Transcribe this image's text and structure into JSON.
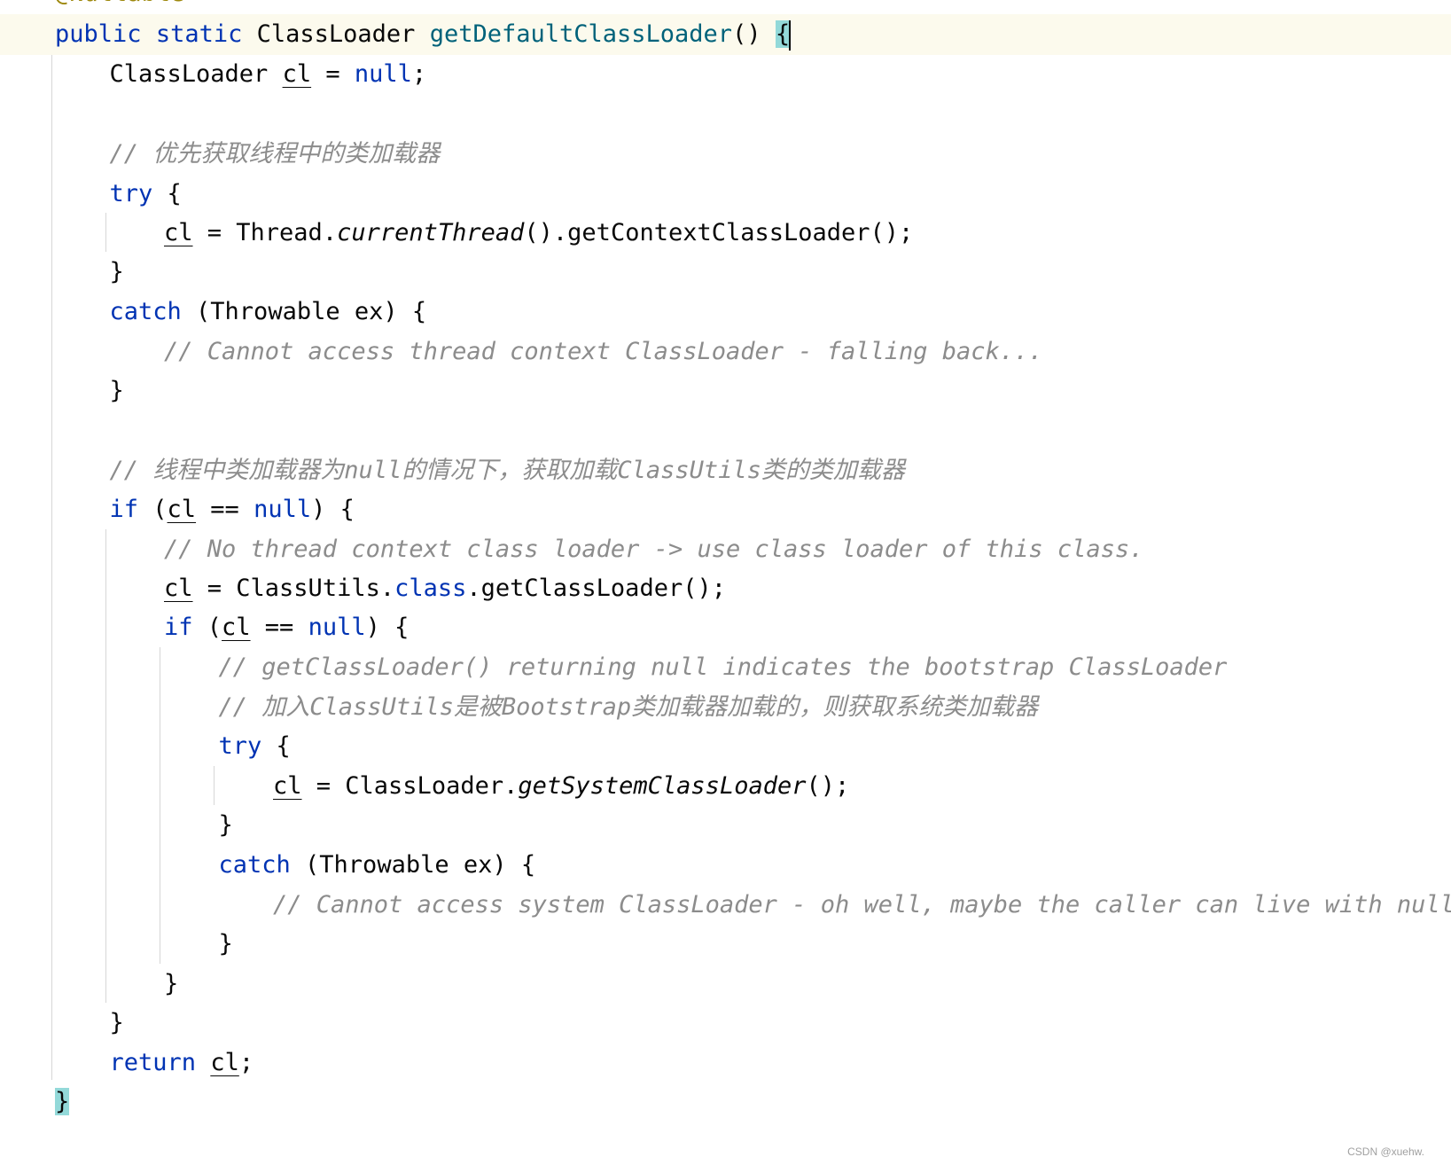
{
  "editor": {
    "annotation": "@Nullable",
    "lines": [
      {
        "id": "l01",
        "tokens": [
          {
            "t": "public",
            "c": "kw"
          },
          {
            "t": " "
          },
          {
            "t": "static",
            "c": "kw"
          },
          {
            "t": " ClassLoader "
          },
          {
            "t": "getDefaultClassLoader",
            "c": "fn"
          },
          {
            "t": "() "
          },
          {
            "t": "{",
            "c": "brace-hl"
          },
          {
            "caret": true
          }
        ]
      },
      {
        "id": "l02",
        "tokens": [
          {
            "t": "ClassLoader "
          },
          {
            "t": "cl",
            "c": "var"
          },
          {
            "t": " = "
          },
          {
            "t": "null",
            "c": "kw"
          },
          {
            "t": ";"
          }
        ]
      },
      {
        "id": "l03",
        "tokens": []
      },
      {
        "id": "l04",
        "tokens": [
          {
            "t": "// ",
            "c": "cm"
          },
          {
            "t": "优先获取线程中的类加载器",
            "c": "cm cmz"
          }
        ]
      },
      {
        "id": "l05",
        "tokens": [
          {
            "t": "try",
            "c": "kw"
          },
          {
            "t": " {"
          }
        ]
      },
      {
        "id": "l06",
        "tokens": [
          {
            "t": "cl",
            "c": "var"
          },
          {
            "t": " = Thread."
          },
          {
            "t": "currentThread",
            "c": "st"
          },
          {
            "t": "().getContextClassLoader();"
          }
        ]
      },
      {
        "id": "l07",
        "tokens": [
          {
            "t": "}"
          }
        ]
      },
      {
        "id": "l08",
        "tokens": [
          {
            "t": "catch",
            "c": "kw"
          },
          {
            "t": " (Throwable ex) {"
          }
        ]
      },
      {
        "id": "l09",
        "tokens": [
          {
            "t": "// Cannot access thread context ClassLoader - falling back...",
            "c": "cm"
          }
        ]
      },
      {
        "id": "l10",
        "tokens": [
          {
            "t": "}"
          }
        ]
      },
      {
        "id": "l11",
        "tokens": []
      },
      {
        "id": "l12",
        "tokens": [
          {
            "t": "// ",
            "c": "cm"
          },
          {
            "t": "线程中类加载器为",
            "c": "cm cmz"
          },
          {
            "t": "null",
            "c": "cm"
          },
          {
            "t": "的情况下，获取加载",
            "c": "cm cmz"
          },
          {
            "t": "ClassUtils",
            "c": "cm"
          },
          {
            "t": "类的类加载器",
            "c": "cm cmz"
          }
        ]
      },
      {
        "id": "l13",
        "tokens": [
          {
            "t": "if",
            "c": "kw"
          },
          {
            "t": " ("
          },
          {
            "t": "cl",
            "c": "var"
          },
          {
            "t": " == "
          },
          {
            "t": "null",
            "c": "kw"
          },
          {
            "t": ") {"
          }
        ]
      },
      {
        "id": "l14",
        "tokens": [
          {
            "t": "// No thread context class loader -> use class loader of this class.",
            "c": "cm"
          }
        ]
      },
      {
        "id": "l15",
        "tokens": [
          {
            "t": "cl",
            "c": "var"
          },
          {
            "t": " = ClassUtils."
          },
          {
            "t": "class",
            "c": "kw"
          },
          {
            "t": ".getClassLoader();"
          }
        ]
      },
      {
        "id": "l16",
        "tokens": [
          {
            "t": "if",
            "c": "kw"
          },
          {
            "t": " ("
          },
          {
            "t": "cl",
            "c": "var"
          },
          {
            "t": " == "
          },
          {
            "t": "null",
            "c": "kw"
          },
          {
            "t": ") {"
          }
        ]
      },
      {
        "id": "l17",
        "tokens": [
          {
            "t": "// getClassLoader() returning null indicates the bootstrap ClassLoader",
            "c": "cm"
          }
        ]
      },
      {
        "id": "l18",
        "tokens": [
          {
            "t": "// ",
            "c": "cm"
          },
          {
            "t": "加入",
            "c": "cm cmz"
          },
          {
            "t": "ClassUtils",
            "c": "cm"
          },
          {
            "t": "是被",
            "c": "cm cmz"
          },
          {
            "t": "Bootstrap",
            "c": "cm"
          },
          {
            "t": "类加载器加载的，则获取系统类加载器",
            "c": "cm cmz"
          }
        ]
      },
      {
        "id": "l19",
        "tokens": [
          {
            "t": "try",
            "c": "kw"
          },
          {
            "t": " {"
          }
        ]
      },
      {
        "id": "l20",
        "tokens": [
          {
            "t": "cl",
            "c": "var"
          },
          {
            "t": " = ClassLoader."
          },
          {
            "t": "getSystemClassLoader",
            "c": "st"
          },
          {
            "t": "();"
          }
        ]
      },
      {
        "id": "l21",
        "tokens": [
          {
            "t": "}"
          }
        ]
      },
      {
        "id": "l22",
        "tokens": [
          {
            "t": "catch",
            "c": "kw"
          },
          {
            "t": " (Throwable ex) {"
          }
        ]
      },
      {
        "id": "l23",
        "tokens": [
          {
            "t": "// Cannot access system ClassLoader - oh well, maybe the caller can live with null...",
            "c": "cm"
          }
        ]
      },
      {
        "id": "l24",
        "tokens": [
          {
            "t": "}"
          }
        ]
      },
      {
        "id": "l25",
        "tokens": [
          {
            "t": "}"
          }
        ]
      },
      {
        "id": "l26",
        "tokens": [
          {
            "t": "}"
          }
        ]
      },
      {
        "id": "l27",
        "tokens": [
          {
            "t": "return",
            "c": "kw"
          },
          {
            "t": " "
          },
          {
            "t": "cl",
            "c": "var"
          },
          {
            "t": ";"
          }
        ]
      },
      {
        "id": "l28",
        "tokens": [
          {
            "t": "}",
            "c": "brace-hl"
          }
        ]
      }
    ]
  },
  "watermark": "CSDN @xuehw."
}
